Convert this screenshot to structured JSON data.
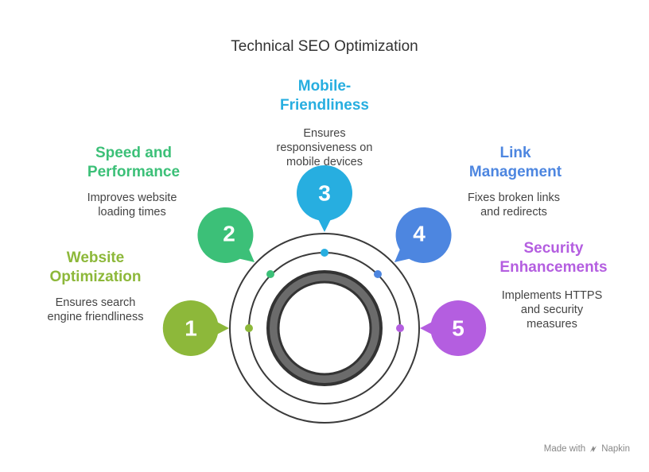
{
  "title": "Technical SEO Optimization",
  "steps": [
    {
      "number": "1",
      "heading": "Website\nOptimization",
      "description": "Ensures search\nengine friendliness",
      "color": "#8db83a"
    },
    {
      "number": "2",
      "heading": "Speed and\nPerformance",
      "description": "Improves website\nloading times",
      "color": "#3cc078"
    },
    {
      "number": "3",
      "heading": "Mobile-\nFriendliness",
      "description": "Ensures\nresponsiveness on\nmobile devices",
      "color": "#27aee0"
    },
    {
      "number": "4",
      "heading": "Link\nManagement",
      "description": "Fixes broken links\nand redirects",
      "color": "#4d86e0"
    },
    {
      "number": "5",
      "heading": "Security\nEnhancements",
      "description": "Implements HTTPS\nand security\nmeasures",
      "color": "#b45ee0"
    }
  ],
  "colors": {
    "ring": "#3a3a3a",
    "core_outer": "#333333",
    "core_fill": "#6b6b6b",
    "title": "#333333",
    "description": "#444444"
  },
  "watermark": {
    "prefix": "Made with",
    "brand": "Napkin",
    "icon": "napkin-logo-icon"
  }
}
